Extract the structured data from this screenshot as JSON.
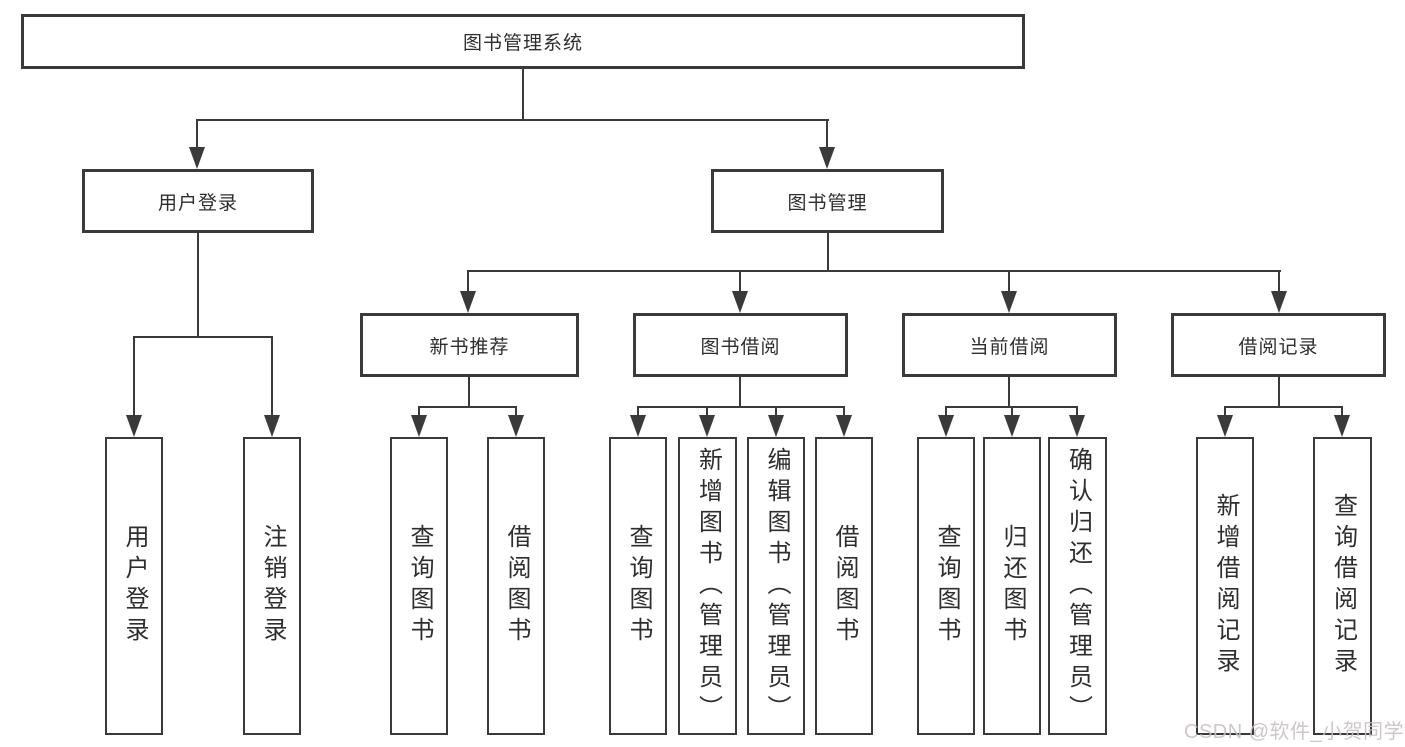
{
  "diagram": {
    "root": "图书管理系统",
    "level2": [
      "用户登录",
      "图书管理"
    ],
    "level3": [
      "新书推荐",
      "图书借阅",
      "当前借阅",
      "借阅记录"
    ],
    "groups": {
      "user_login": [
        "用户登录",
        "注销登录"
      ],
      "new_book_recommend": [
        "查询图书",
        "借阅图书"
      ],
      "book_borrow": [
        "查询图书",
        "新增图书（管理员）",
        "编辑图书（管理员）",
        "借阅图书"
      ],
      "current_borrow": [
        "查询图书",
        "归还图书",
        "确认归还（管理员）"
      ],
      "borrow_records": [
        "新增借阅记录",
        "查询借阅记录"
      ]
    }
  },
  "watermark": "CSDN @软件_小贺同学",
  "colors": {
    "line": "#3a3a3a",
    "text": "#2e2e2e",
    "box_background": "#ffffff",
    "watermark": "#c9c2c4"
  }
}
